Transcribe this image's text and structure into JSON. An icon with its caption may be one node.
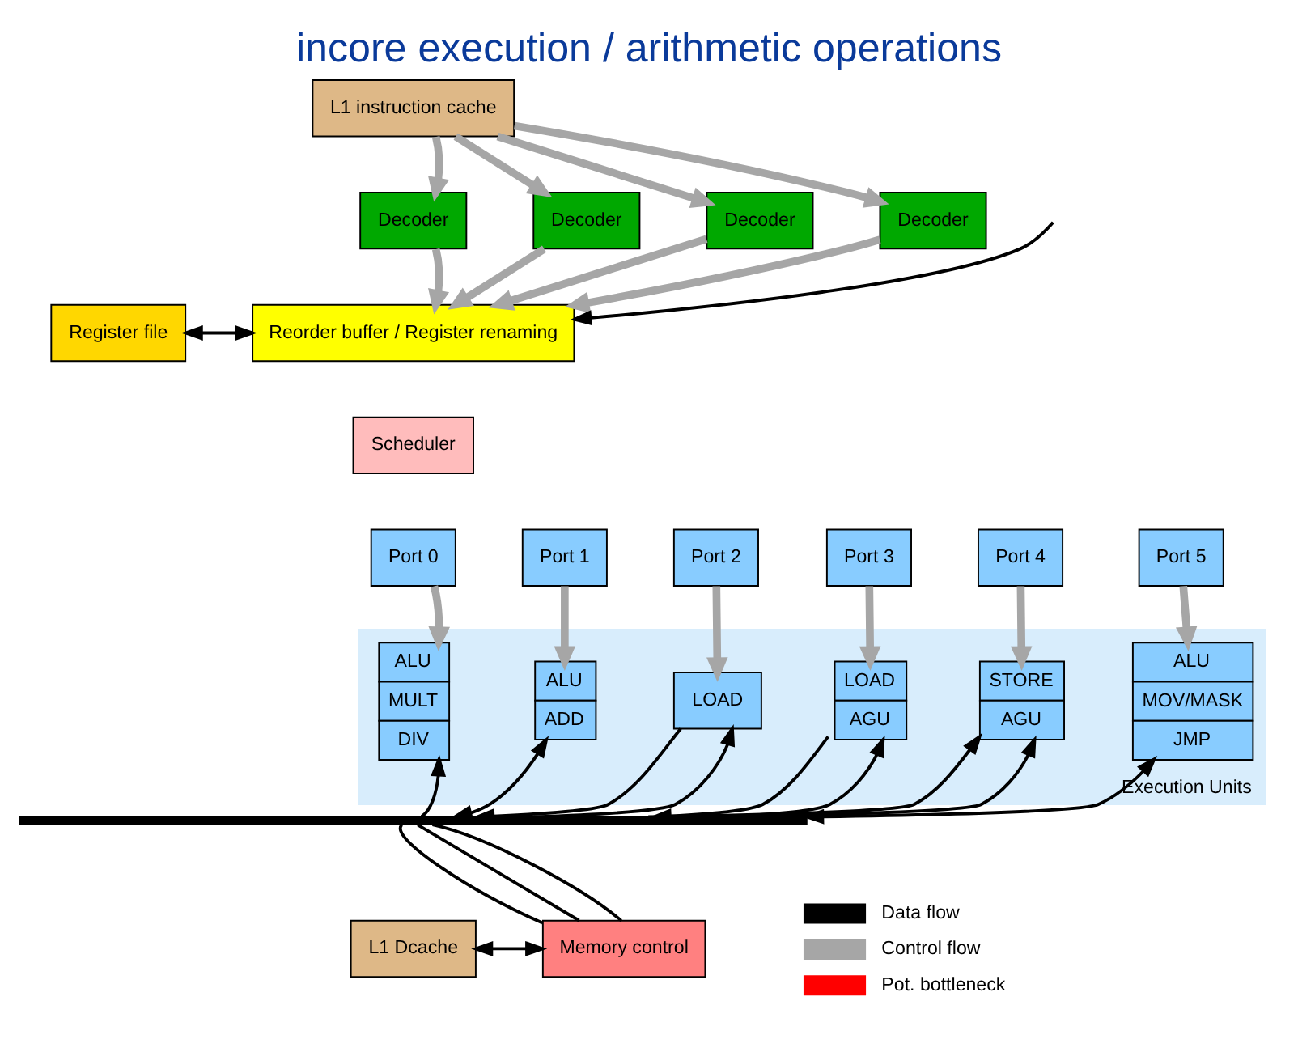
{
  "diagram": {
    "title": "incore execution / arithmetic operations",
    "nodes": [
      {
        "text": [
          "L1 instruction cache"
        ]
      },
      {
        "text": [
          "Decoder"
        ]
      },
      {
        "text": [
          "Decoder"
        ]
      },
      {
        "text": [
          "Decoder"
        ]
      },
      {
        "text": [
          "Decoder"
        ]
      },
      {
        "text": [
          "Reorder buffer / Register renaming"
        ]
      },
      {
        "text": [
          "Register file"
        ]
      },
      {
        "text": [
          "Scheduler"
        ]
      },
      {
        "text": [
          "Port 0"
        ]
      },
      {
        "text": [
          "Port 1"
        ]
      },
      {
        "text": [
          "Port 2"
        ]
      },
      {
        "text": [
          "Port 3"
        ]
      },
      {
        "text": [
          "Port 4"
        ]
      },
      {
        "text": [
          "Port 5"
        ]
      },
      {
        "text": [
          "Execution Units"
        ]
      },
      {
        "text": [
          "ALU",
          "MULT",
          "DIV"
        ],
        "in": 14
      },
      {
        "text": [
          "ALU",
          "ADD"
        ],
        "in": 14
      },
      {
        "text": [
          "LOAD"
        ],
        "in": 14
      },
      {
        "text": [
          "LOAD",
          "AGU"
        ],
        "in": 14
      },
      {
        "text": [
          "STORE",
          "AGU"
        ],
        "in": 14
      },
      {
        "text": [
          "ALU",
          "MOV/MASK",
          "JMP"
        ],
        "in": 14
      },
      {
        "text": [],
        "shape": "bar"
      },
      {
        "text": [
          "L1 Dcache"
        ]
      },
      {
        "text": [
          "Memory control"
        ]
      }
    ],
    "edges": [
      {
        "from": 0,
        "to": 1,
        "arrow": "to",
        "style": "thick",
        "color": "#a6a6a6"
      },
      {
        "from": 0,
        "to": 2,
        "arrow": "to",
        "style": "thick",
        "color": "#a6a6a6"
      },
      {
        "from": 0,
        "to": 3,
        "arrow": "to",
        "style": "thick",
        "color": "#a6a6a6"
      },
      {
        "from": 0,
        "to": 4,
        "arrow": "to",
        "style": "thick",
        "color": "#a6a6a6"
      },
      {
        "from": 1,
        "to": 5,
        "arrow": "to",
        "style": "thick",
        "color": "#a6a6a6"
      },
      {
        "from": 2,
        "to": 5,
        "arrow": "to",
        "style": "thick",
        "color": "#a6a6a6"
      },
      {
        "from": 3,
        "to": 5,
        "arrow": "to",
        "style": "thick",
        "color": "#a6a6a6"
      },
      {
        "from": 4,
        "to": 5,
        "arrow": "to",
        "style": "thick",
        "color": "#a6a6a6"
      },
      {
        "from": 6,
        "to": 5,
        "arrow": "both",
        "color": "#000000"
      },
      {
        "from": null,
        "to": 5,
        "arrow": "to",
        "color": "#000000"
      },
      {
        "from": 8,
        "to": 15,
        "arrow": "to",
        "style": "thick",
        "color": "#a6a6a6"
      },
      {
        "from": 9,
        "to": 16,
        "arrow": "to",
        "style": "thick",
        "color": "#a6a6a6"
      },
      {
        "from": 10,
        "to": 17,
        "arrow": "to",
        "style": "thick",
        "color": "#a6a6a6"
      },
      {
        "from": 11,
        "to": 18,
        "arrow": "to",
        "style": "thick",
        "color": "#a6a6a6"
      },
      {
        "from": 12,
        "to": 19,
        "arrow": "to",
        "style": "thick",
        "color": "#a6a6a6"
      },
      {
        "from": 13,
        "to": 20,
        "arrow": "to",
        "style": "thick",
        "color": "#a6a6a6"
      },
      {
        "from": 21,
        "to": 15,
        "arrow": "to",
        "color": "#000000"
      },
      {
        "from": 21,
        "to": 16,
        "arrow": "both",
        "color": "#000000"
      },
      {
        "from": 21,
        "to": 17,
        "arrow": "to",
        "color": "#000000"
      },
      {
        "from": 17,
        "to": 21,
        "arrow": "to",
        "color": "#000000"
      },
      {
        "from": 21,
        "to": 18,
        "arrow": "to",
        "color": "#000000"
      },
      {
        "from": 18,
        "to": 21,
        "arrow": "to",
        "color": "#000000"
      },
      {
        "from": 21,
        "to": 19,
        "arrow": "to",
        "color": "#000000"
      },
      {
        "from": 21,
        "to": 19,
        "arrow": "to",
        "color": "#000000"
      },
      {
        "from": 21,
        "to": 20,
        "arrow": "both",
        "color": "#000000"
      },
      {
        "from": 21,
        "to": 23,
        "arrow": "none",
        "color": "#000000"
      },
      {
        "from": 21,
        "to": 23,
        "arrow": "none",
        "color": "#000000"
      },
      {
        "from": 21,
        "to": 23,
        "arrow": "none",
        "color": "#000000"
      },
      {
        "from": 22,
        "to": 23,
        "arrow": "both",
        "color": "#000000"
      }
    ],
    "legend": [
      {
        "text": "Data flow"
      },
      {
        "text": "Control flow"
      },
      {
        "text": "Pot. bottleneck"
      }
    ]
  }
}
